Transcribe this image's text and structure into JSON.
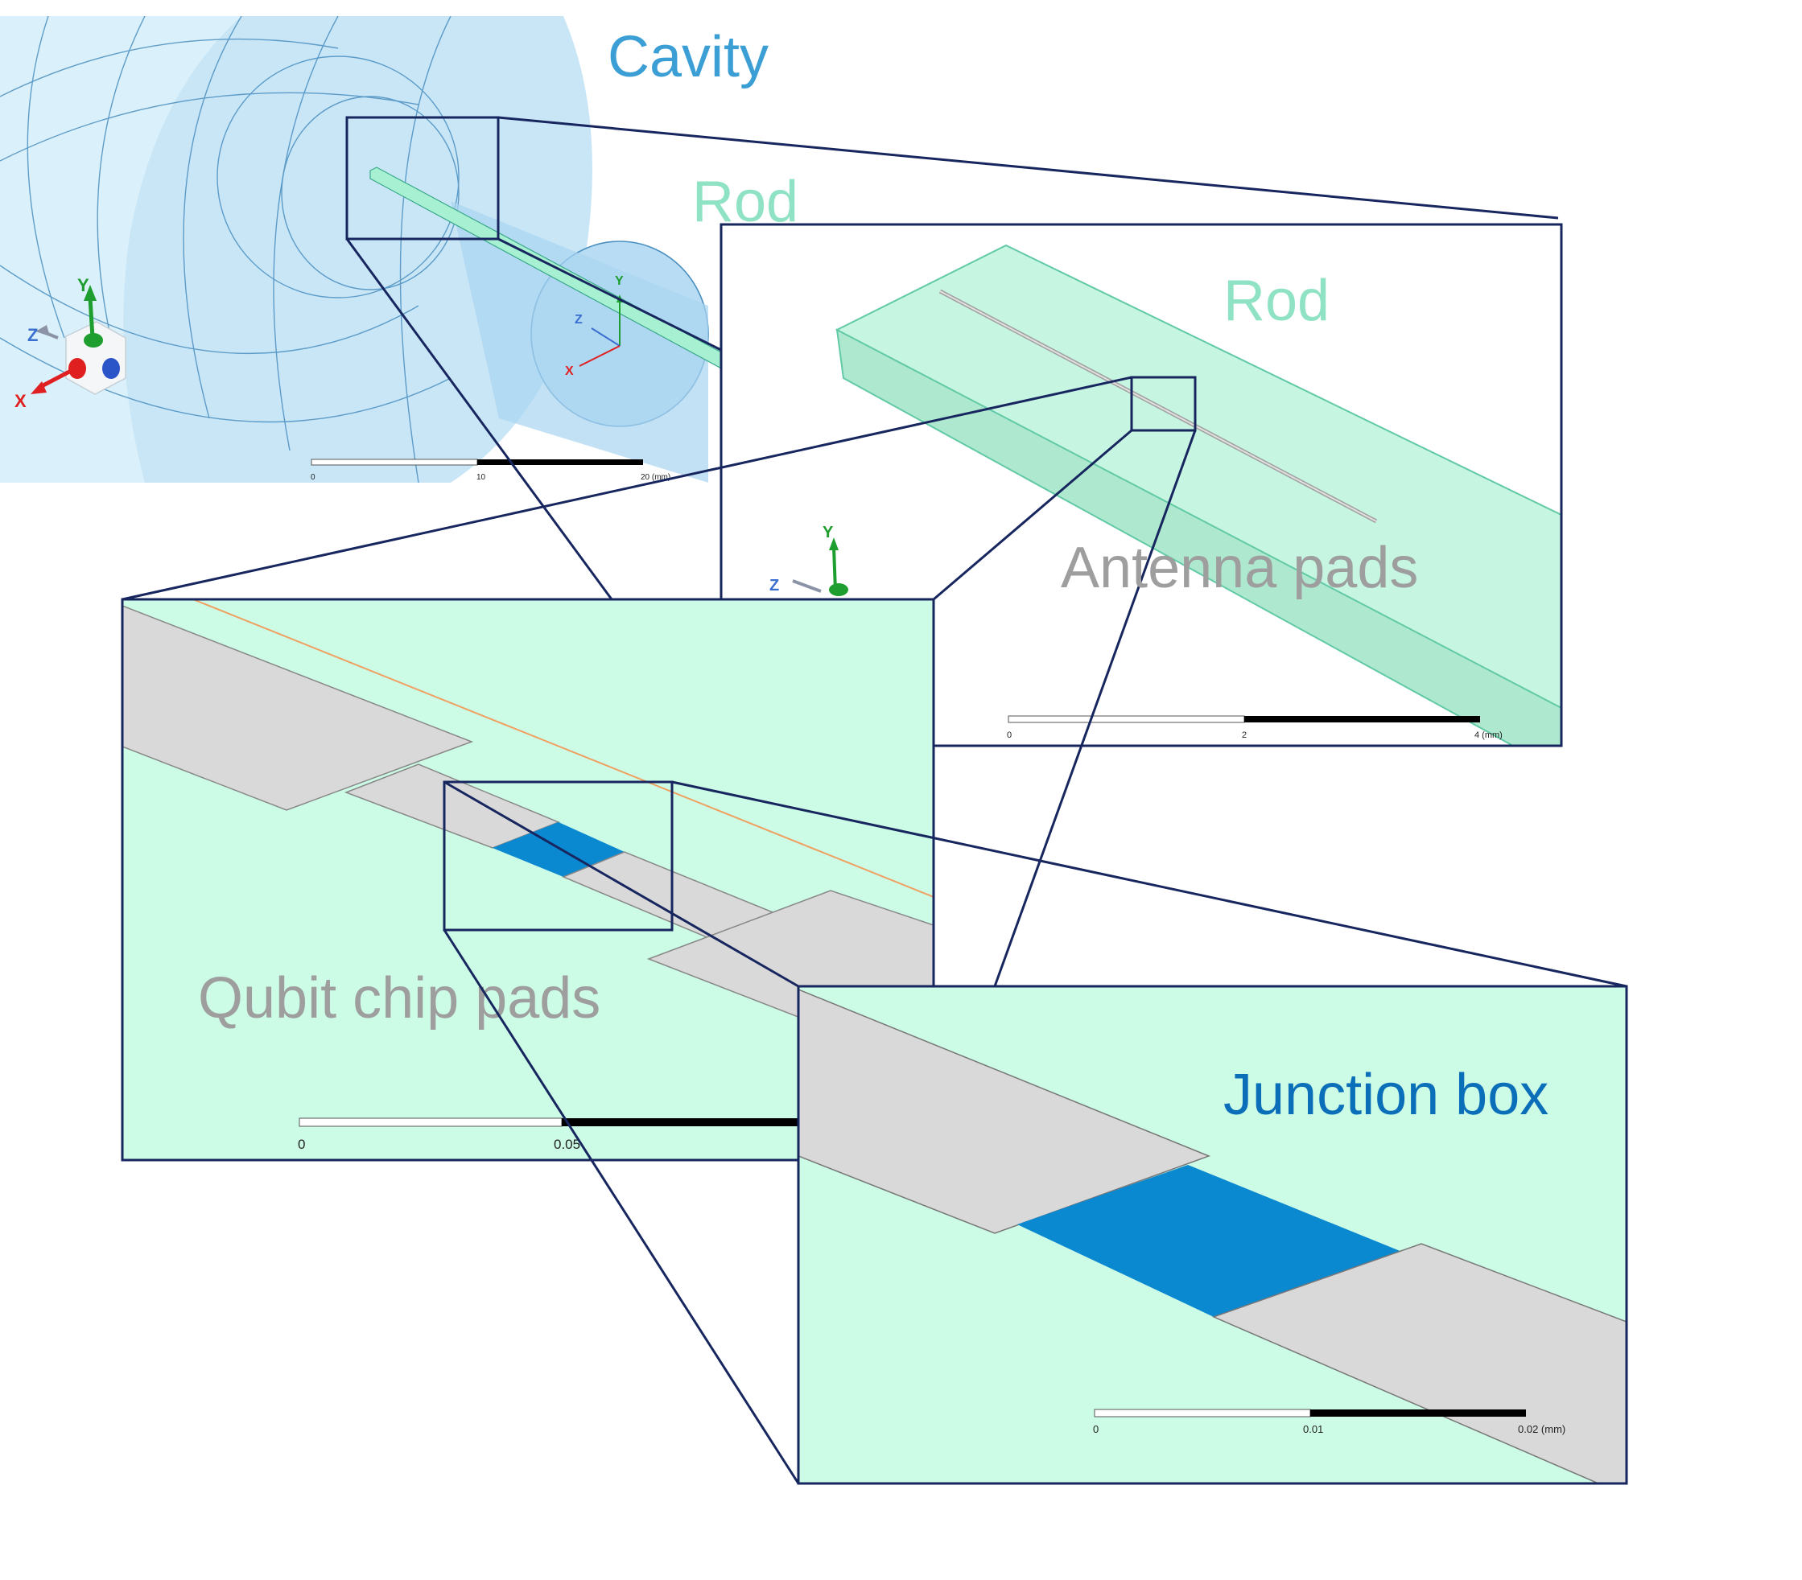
{
  "labels": {
    "cavity": "Cavity",
    "rod_overview": "Rod",
    "rod_zoom": "Rod",
    "antenna_pads": "Antenna pads",
    "qubit_chip_pads": "Qubit chip pads",
    "junction_box": "Junction box"
  },
  "colors": {
    "cavity_text": "#3b9fd6",
    "rod_text": "#8fe3c4",
    "pads_text": "#9e9e9e",
    "junction_text": "#0a6fb8",
    "zoom_frame": "#17265e",
    "panel_fill": "#ccfbe6",
    "cavity_fill": "#c9e6f7",
    "junction_fill": "#0a88d0",
    "pad_fill": "#d9d9d9",
    "axis_x": "#e02020",
    "axis_y": "#1e9e2e",
    "axis_z": "#3a6fd0"
  },
  "axes": {
    "x": "X",
    "y": "Y",
    "z": "Z"
  },
  "scale_bars": {
    "cavity": {
      "ticks": [
        "0",
        "10",
        "20 (mm)"
      ]
    },
    "rod": {
      "ticks": [
        "0",
        "2",
        "4 (mm)"
      ]
    },
    "qubit": {
      "ticks": [
        "0",
        "0.05"
      ]
    },
    "junction": {
      "ticks": [
        "0",
        "0.01",
        "0.02 (mm)"
      ]
    }
  }
}
